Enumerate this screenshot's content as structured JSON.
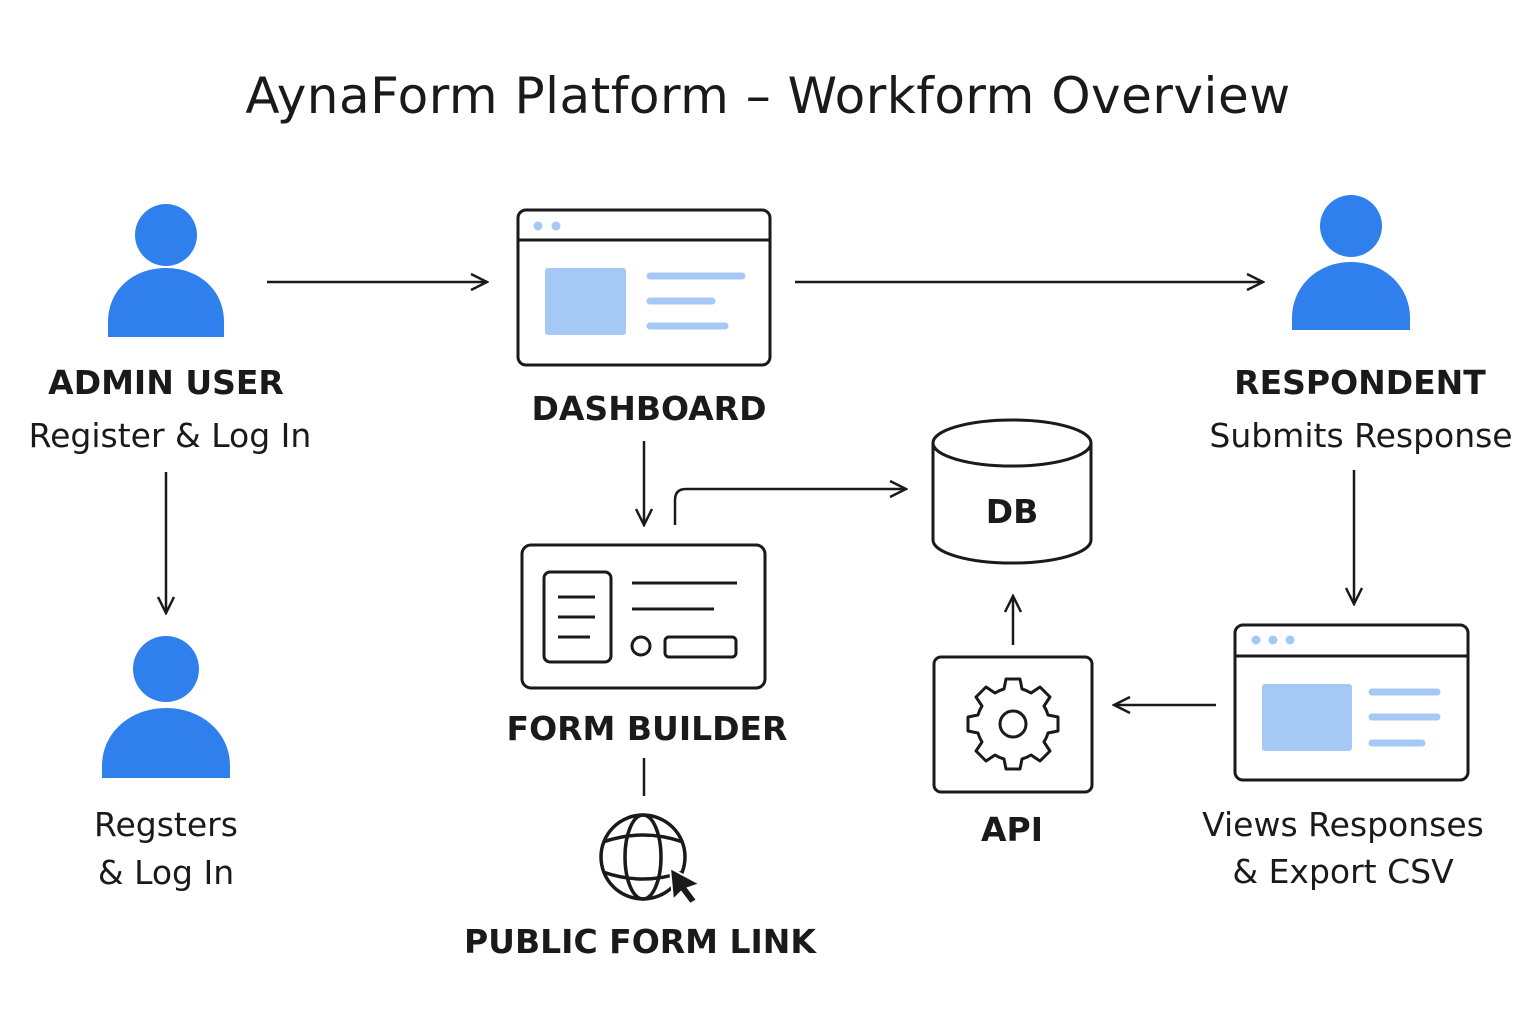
{
  "title": "AynaForm Platform – Workform Overview",
  "colors": {
    "accent": "#2f80ed",
    "accent_light": "#a5c8f5",
    "stroke": "#1a1a1a"
  },
  "nodes": {
    "admin": {
      "label": "ADMIN USER",
      "sub": "Register & Log In",
      "icon": "user-icon"
    },
    "registers": {
      "line1": "Regsters",
      "line2": "& Log In",
      "icon": "user-icon"
    },
    "dashboard": {
      "label": "DASHBOARD",
      "icon": "browser-window-icon"
    },
    "form_builder": {
      "label": "FORM BUILDER",
      "icon": "form-builder-icon"
    },
    "public_link": {
      "label": "PUBLIC FORM LINK",
      "icon": "globe-cursor-icon"
    },
    "db": {
      "label": "DB",
      "icon": "database-icon"
    },
    "api": {
      "label": "API",
      "icon": "gear-icon"
    },
    "respondent": {
      "label": "RESPONDENT",
      "sub": "Submits Response",
      "icon": "user-icon"
    },
    "views": {
      "line1": "Views Responses",
      "line2": "& Export CSV",
      "icon": "browser-window-icon"
    }
  }
}
